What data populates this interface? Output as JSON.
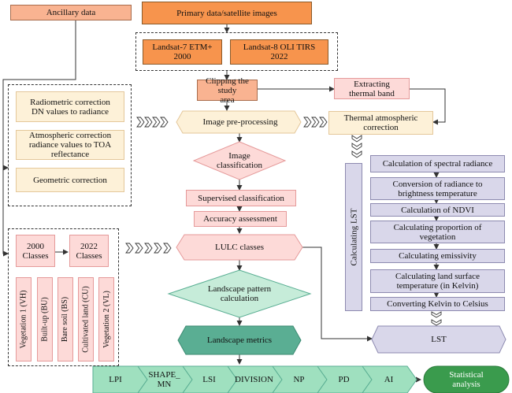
{
  "top": {
    "ancillary": "Ancillary data",
    "primary": "Primary data/satellite images",
    "landsat7": "Landsat-7 ETM+\n2000",
    "landsat8": "Landsat-8 OLI TIRS\n2022"
  },
  "corrections": {
    "radiometric": "Radiometric correction\nDN values to radiance",
    "atmospheric": "Atmospheric correction\nradiance values to TOA\nreflectance",
    "geometric": "Geometric correction"
  },
  "center": {
    "clipping": "Clipping the study\narea",
    "preprocessing": "Image pre-processing",
    "classification": "Image\nclassification",
    "supervised": "Supervised classification",
    "accuracy": "Accuracy assessment",
    "lulc": "LULC classes",
    "landscape_pattern": "Landscape pattern\ncalculation",
    "landscape_metrics": "Landscape metrics"
  },
  "classes": {
    "y2000": "2000\nClasses",
    "y2022": "2022\nClasses",
    "items": [
      "Vegetation 1 (VH)",
      "Built-up (BU)",
      "Bare soil (BS)",
      "Cultivated land (CU)",
      "Vegetation 2 (VL)"
    ]
  },
  "thermal": {
    "extracting": "Extracting\nthermal band",
    "atm_correction": "Thermal atmospheric\ncorrection",
    "calc_lst": "Calculating LST",
    "steps": [
      "Calculation of spectral radiance",
      "Conversion of radiance to\nbrightness temperature",
      "Calculation of NDVI",
      "Calculating proportion of\nvegetation",
      "Calculating emissivity",
      "Calculating land surface\ntemperature (in Kelvin)",
      "Converting Kelvin to Celsius"
    ],
    "lst": "LST"
  },
  "metrics": [
    "LPI",
    "SHAPE_\nMN",
    "LSI",
    "DIVISION",
    "NP",
    "PD",
    "AI"
  ],
  "statistical": "Statistical\nanalysis",
  "colors": {
    "orange": "#f7944d",
    "salmon": "#f9b391",
    "pink": "#fddad8",
    "cream": "#fdf1d8",
    "lavender": "#d9d7ea",
    "green_light": "#c6ecd9",
    "green_teal": "#5aae93",
    "green_dark": "#3a9b4d"
  }
}
